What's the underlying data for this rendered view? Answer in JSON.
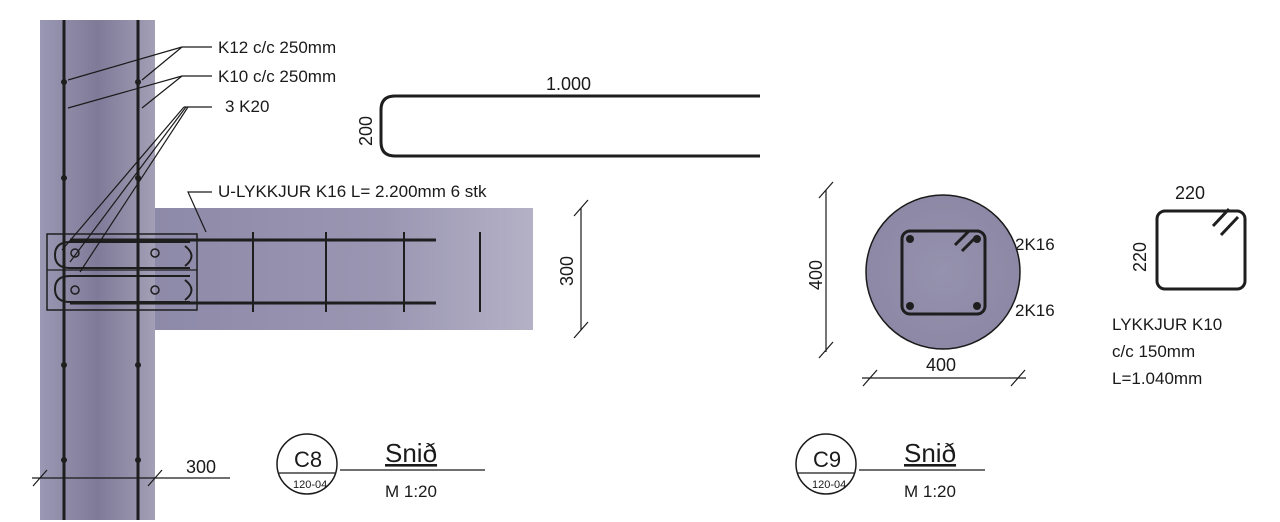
{
  "wall_labels": {
    "k12": "K12 c/c 250mm",
    "k10": "K10 c/c 250mm",
    "k20": "3 K20",
    "u_loop": "U-LYKKJUR K16 L= 2.200mm 6 stk"
  },
  "dims": {
    "loop_length": "1.000",
    "loop_height": "200",
    "beam_height": "300",
    "wall_width": "300",
    "col_height": "400",
    "col_width": "400",
    "stirrup_w": "220",
    "stirrup_h": "220"
  },
  "column_labels": {
    "top": "2K16",
    "bottom": "2K16"
  },
  "stirrup_note": {
    "line1": "LYKKJUR K10",
    "line2": "c/c 150mm",
    "line3": "L=1.040mm"
  },
  "section_c8": {
    "id": "C8",
    "ref": "120-04",
    "title": "Snið",
    "scale": "M 1:20"
  },
  "section_c9": {
    "id": "C9",
    "ref": "120-04",
    "title": "Snið",
    "scale": "M 1:20"
  },
  "colors": {
    "concrete": "#8b87a6",
    "rebar": "#1e1e1e",
    "line": "#1a1a1a"
  }
}
